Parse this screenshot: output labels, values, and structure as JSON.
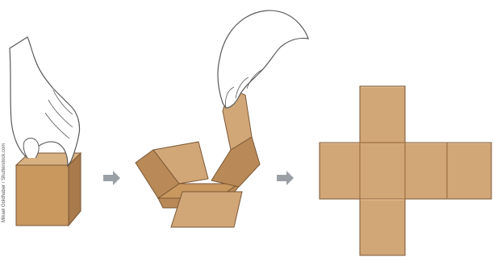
{
  "diagram": {
    "steps": [
      {
        "id": "step-1",
        "depicts": "hand-lifting-closed-cube"
      },
      {
        "id": "step-2",
        "depicts": "hand-unfolding-cube"
      },
      {
        "id": "step-3",
        "depicts": "cube-net-flat"
      }
    ],
    "arrow_icon": "arrow-right-icon",
    "credit_text": "Mikael Goldhaber / Shutterstock.com",
    "colors": {
      "cardboard_light": "#d2a778",
      "cardboard_mid": "#c0905f",
      "cardboard_dark": "#a87a4c",
      "outline": "#7a5634",
      "skin": "#ffffff",
      "skin_outline": "#5a5a5a",
      "arrow": "#9aa0a6"
    }
  }
}
